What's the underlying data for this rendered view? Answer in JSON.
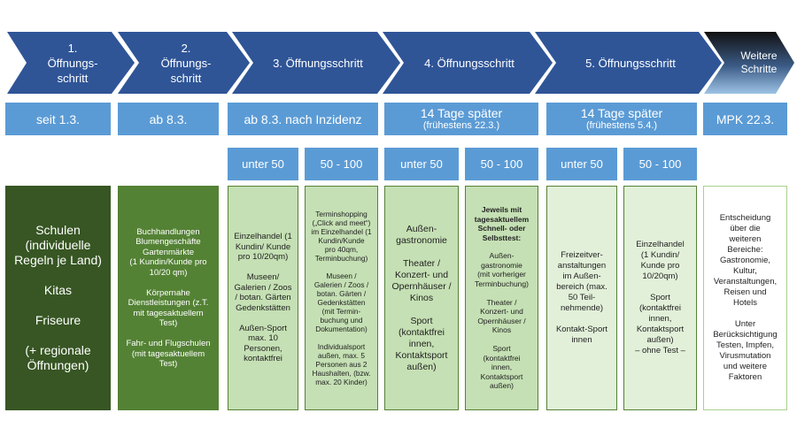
{
  "steps": [
    {
      "label": "1.\nÖffnungs-\nschritt",
      "period": "seit 1.3.",
      "period_sub": ""
    },
    {
      "label": "2.\nÖffnungs-\nschritt",
      "period": "ab 8.3.",
      "period_sub": ""
    },
    {
      "label": "3. Öffnungsschritt",
      "period": "ab 8.3. nach Inzidenz",
      "period_sub": ""
    },
    {
      "label": "4. Öffnungsschritt",
      "period": "14 Tage später",
      "period_sub": "(frühestens 22.3.)"
    },
    {
      "label": "5. Öffnungsschritt",
      "period": "14 Tage später",
      "period_sub": "(frühestens 5.4.)"
    },
    {
      "label": "Weitere\nSchritte",
      "period": "MPK 22.3.",
      "period_sub": ""
    }
  ],
  "incidence": {
    "step3_low": "unter 50",
    "step3_high": "50 - 100",
    "step4_low": "unter 50",
    "step4_high": "50 - 100",
    "step5_low": "unter 50",
    "step5_high": "50 - 100"
  },
  "content": {
    "step1": "Schulen\n(individuelle\nRegeln je Land)\n\nKitas\n\nFriseure\n\n(+ regionale\nÖffnungen)",
    "step2": "Buchhandlungen\nBlumengeschäfte\nGartenmärkte\n(1 Kundin/Kunde pro\n10/20 qm)\n\nKörpernahe\nDienstleistungen (z.T.\nmit tagesaktuellem\nTest)\n\nFahr- und Flugschulen\n(mit tagesaktuellem\nTest)",
    "step3_low": "Einzelhandel (1\nKundin/ Kunde\npro 10/20qm)\n\nMuseen/\nGalerien / Zoos\n/ botan. Gärten\nGedenkstätten\n\nAußen-Sport\nmax. 10\nPersonen,\nkontaktfrei",
    "step3_high": "Terminshopping\n(„Click and meet“)\nim Einzelhandel (1\nKundin/Kunde\npro 40qm,\nTerminbuchung)\n\nMuseen /\nGalerien / Zoos /\nbotan. Gärten /\nGedenkstätten\n(mit Termin-\nbuchung und\nDokumentation)\n\nIndividualsport\naußen, max. 5\nPersonen aus 2\nHaushalten, (bzw.\nmax. 20 Kinder)",
    "step4_low": "Außen-\ngastronomie\n\nTheater /\nKonzert- und\nOpernhäuser /\nKinos\n\nSport\n(kontaktfrei\ninnen,\nKontaktsport\naußen)",
    "step4_high_bold": "Jeweils mit\ntagesaktuellem\nSchnell- oder\nSelbsttest:",
    "step4_high": "Außen-\ngastronomie\n(mit vorheriger\nTerminbuchung)\n\nTheater /\nKonzert- und\nOpernhäuser /\nKinos\n\nSport\n(kontaktfrei\ninnen,\nKontaktsport\naußen)",
    "step5_low": "Freizeitver-\nanstaltungen\nim Außen-\nbereich (max.\n50 Teil-\nnehmende)\n\nKontakt-Sport\ninnen",
    "step5_high": "Einzelhandel\n(1 Kundin/\nKunde pro\n10/20qm)\n\nSport\n(kontaktfrei\ninnen,\nKontaktsport\naußen)\n– ohne Test –",
    "step6": "Entscheidung\nüber die\nweiteren\nBereiche:\nGastronomie,\nKultur,\nVeranstaltungen,\nReisen und\nHotels\n\nUnter\nBerücksichtigung\nTesten, Impfen,\nVirusmutation\nund weitere\nFaktoren"
  },
  "colors": {
    "arrow_blue": "#2f5597",
    "arrow_last": "#1c1c1c",
    "box_blue": "#5b9bd5",
    "green_dark": "#375623",
    "green_mid": "#548235",
    "green_light": "#c5e0b4",
    "green_pale": "#e2f0d9"
  }
}
